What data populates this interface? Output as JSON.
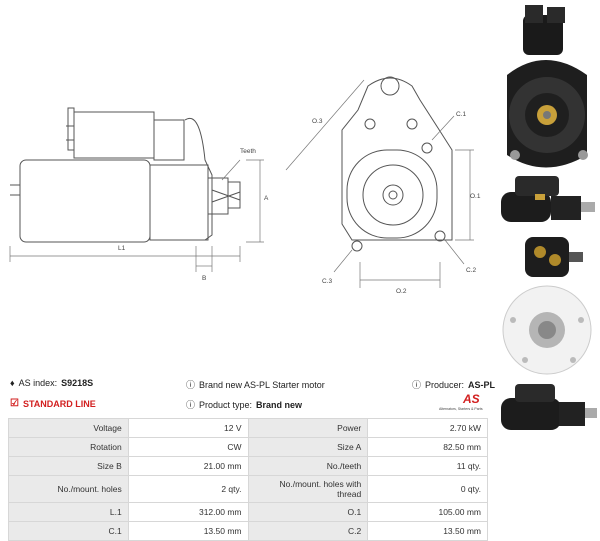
{
  "drawing_labels": {
    "teeth": "Teeth",
    "a": "A",
    "l1": "L1",
    "b": "B",
    "o3": "O.3",
    "c1": "C.1",
    "o1": "O.1",
    "c2": "C.2",
    "c3": "C.3",
    "o2": "O.2"
  },
  "info": {
    "as_index_label": "AS index:",
    "as_index_value": "S9218S",
    "standard_line": "STANDARD LINE",
    "description": "Brand new AS-PL Starter motor",
    "product_type_label": "Product type:",
    "product_type_value": "Brand new",
    "producer_label": "Producer:",
    "producer_value": "AS-PL"
  },
  "logo": {
    "mark": "AS",
    "tagline": "Alternators, Starters & Parts"
  },
  "specs": [
    {
      "k1": "Voltage",
      "v1": "12 V",
      "k2": "Power",
      "v2": "2.70 kW"
    },
    {
      "k1": "Rotation",
      "v1": "CW",
      "k2": "Size A",
      "v2": "82.50 mm"
    },
    {
      "k1": "Size B",
      "v1": "21.00 mm",
      "k2": "No./teeth",
      "v2": "11 qty."
    },
    {
      "k1": "No./mount. holes",
      "v1": "2 qty.",
      "k2": "No./mount. holes with thread",
      "v2": "0 qty."
    },
    {
      "k1": "L.1",
      "v1": "312.00 mm",
      "k2": "O.1",
      "v2": "105.00 mm"
    },
    {
      "k1": "C.1",
      "v1": "13.50 mm",
      "k2": "C.2",
      "v2": "13.50 mm"
    }
  ],
  "colors": {
    "accent": "#d21f1f",
    "table_key_bg": "#eaeaea",
    "table_border": "#d7d7d7"
  }
}
